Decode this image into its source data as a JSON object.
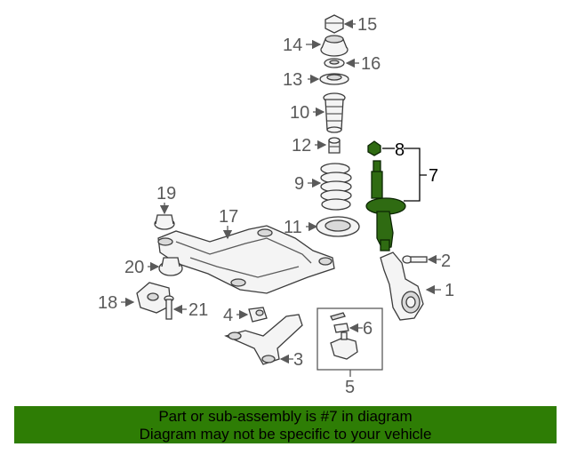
{
  "callouts": {
    "c1": "1",
    "c2": "2",
    "c3": "3",
    "c4": "4",
    "c5": "5",
    "c6": "6",
    "c7": "7",
    "c8": "8",
    "c9": "9",
    "c10": "10",
    "c11": "11",
    "c12": "12",
    "c13": "13",
    "c14": "14",
    "c15": "15",
    "c16": "16",
    "c17": "17",
    "c18": "18",
    "c19": "19",
    "c20": "20",
    "c21": "21"
  },
  "highlighted_part": "7",
  "highlight_color": "#2e7d05",
  "banner": {
    "line1": "Part or sub-assembly is #7 in diagram",
    "line2": "Diagram may not be specific to your vehicle"
  }
}
